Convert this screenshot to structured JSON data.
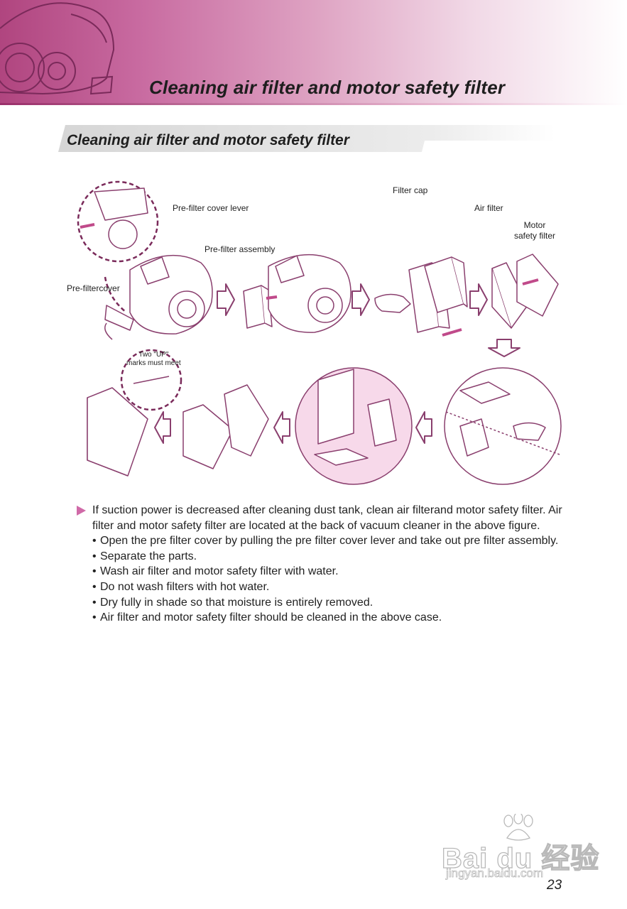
{
  "header": {
    "title": "Cleaning air filter and motor safety filter"
  },
  "section": {
    "title": "Cleaning air filter and motor safety filter"
  },
  "figure": {
    "labels": {
      "pre_filter_cover_lever": "Pre-filter cover lever",
      "pre_filter_assembly": "Pre-filter assembly",
      "pre_filter_cover": "Pre-filtercover",
      "filter_cap": "Filter cap",
      "air_filter": "Air filter",
      "motor_safety_filter_line1": "Motor",
      "motor_safety_filter_line2": "safety filter",
      "up_marks_line1": "Two \"UP\"",
      "up_marks_line2": "marks must meet"
    }
  },
  "instructions": {
    "intro": "If suction power is decreased after cleaning dust tank, clean air filterand motor safety filter. Air filter and motor safety filter are located at the back of vacuum cleaner in the above figure.",
    "steps": [
      "Open the pre filter cover by pulling the pre filter cover lever and take out pre filter assembly.",
      "Separate the parts.",
      "Wash air filter and motor safety filter with water.",
      "Do not wash filters with hot water.",
      "Dry fully in shade so that moisture is entirely removed.",
      "Air filter and motor safety filter should be cleaned in the above case."
    ]
  },
  "watermark": {
    "brand": "Bai du 经验",
    "url": "jingyan.baidu.com"
  },
  "page": {
    "number": "23"
  },
  "colors": {
    "accent": "#b0457f",
    "outline": "#8a3f6e",
    "bullet": "#d06aa8"
  }
}
